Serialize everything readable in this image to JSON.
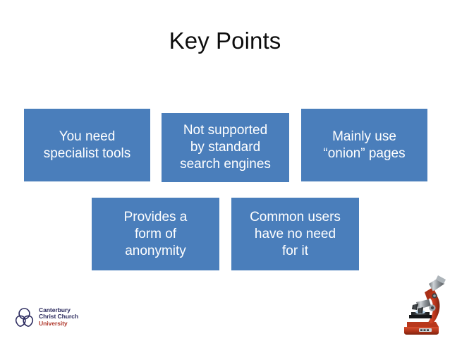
{
  "slide": {
    "title": "Key Points",
    "background_color": "#ffffff",
    "title_color": "#0d0d0d",
    "box_color": "#4a7ebb",
    "box_text_color": "#ffffff",
    "boxes": [
      {
        "id": "box-1",
        "text": "You need\nspecialist tools"
      },
      {
        "id": "box-2",
        "text": "Not supported\nby standard\nsearch engines"
      },
      {
        "id": "box-3",
        "text": "Mainly use\n“onion” pages"
      },
      {
        "id": "box-4",
        "text": "Provides a\nform of\nanonymity"
      },
      {
        "id": "box-5",
        "text": "Common users\nhave no need\nfor it"
      }
    ]
  },
  "logo": {
    "name": "canterbury-christ-church-university-logo",
    "line1": "Canterbury",
    "line2": "Christ Church",
    "line3": "University",
    "text_color": "#2b2a5e",
    "accent_color": "#b03a2e"
  },
  "decoration": {
    "microscope_alt": "microscope",
    "microscope_color": "#c0392b"
  }
}
